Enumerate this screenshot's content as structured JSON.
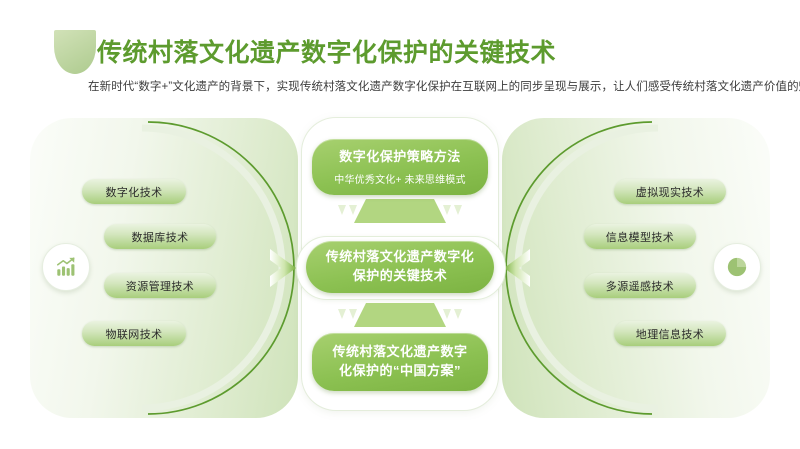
{
  "header": {
    "title": "传统村落文化遗产数字化保护的关键技术",
    "subtitle": "在新时代“数字+”文化遗产的背景下，实现传统村落文化遗产数字化保护在互联网上的同步呈现与展示，让人们感受传统村落文化遗产价值的魅力",
    "decoration_icon": "leaf-shape",
    "title_color": "#5d9b2e"
  },
  "theme": {
    "accent": "#5d9b2e",
    "node_green": "#8cc152",
    "pill_green": "#a8ce7c",
    "panel_tint": "#dfecd0",
    "ring_stroke": "#5d9b2e"
  },
  "left_panel": {
    "badge_icon": "bar-chart-growth-icon",
    "items": [
      {
        "label": "数字化技术"
      },
      {
        "label": "数据库技术"
      },
      {
        "label": "资源管理技术"
      },
      {
        "label": "物联网技术"
      }
    ]
  },
  "right_panel": {
    "badge_icon": "pie-chart-icon",
    "items": [
      {
        "label": "虚拟现实技术"
      },
      {
        "label": "信息模型技术"
      },
      {
        "label": "多源遥感技术"
      },
      {
        "label": "地理信息技术"
      }
    ]
  },
  "center": {
    "top_node": {
      "title": "数字化保护策略方法",
      "subtitle": "中华优秀文化+ 未来思维模式"
    },
    "core_node": {
      "line1": "传统村落文化遗产数字化",
      "line2": "保护的关键技术"
    },
    "bottom_node": {
      "line1": "传统村落文化遗产数字",
      "line2": "化保护的“中国方案”"
    }
  },
  "connectors": {
    "left_arrow_icon": "arrow-right-icon",
    "right_arrow_icon": "arrow-left-icon",
    "top_connector_icon": "chevron-down-icon",
    "bottom_connector_icon": "chevron-down-icon"
  }
}
